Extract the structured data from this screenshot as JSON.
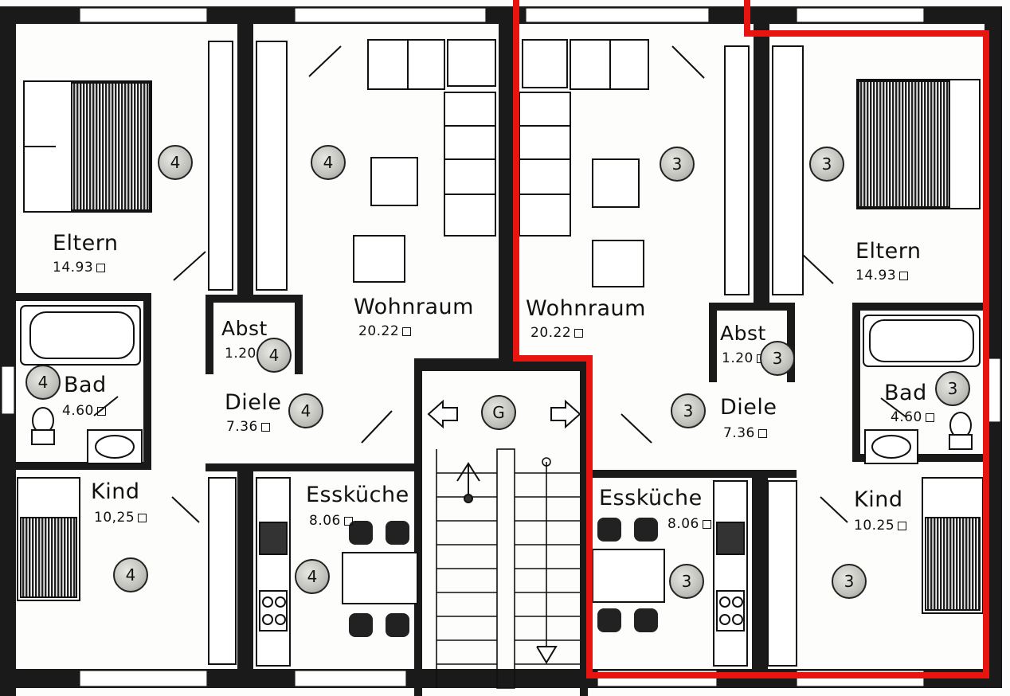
{
  "rooms_left": {
    "eltern": {
      "name": "Eltern",
      "area": "14.93"
    },
    "wohnraum": {
      "name": "Wohnraum",
      "area": "20.22"
    },
    "abst": {
      "name": "Abst",
      "area": "1.20"
    },
    "bad": {
      "name": "Bad",
      "area": "4.60"
    },
    "diele": {
      "name": "Diele",
      "area": "7.36"
    },
    "kind": {
      "name": "Kind",
      "area": "10,25"
    },
    "esskueche": {
      "name": "Essküche",
      "area": "8.06"
    }
  },
  "rooms_right": {
    "eltern": {
      "name": "Eltern",
      "area": "14.93"
    },
    "wohnraum": {
      "name": "Wohnraum",
      "area": "20.22"
    },
    "abst": {
      "name": "Abst",
      "area": "1.20"
    },
    "bad": {
      "name": "Bad",
      "area": "4.60"
    },
    "diele": {
      "name": "Diele",
      "area": "7.36"
    },
    "kind": {
      "name": "Kind",
      "area": "10.25"
    },
    "esskueche": {
      "name": "Essküche",
      "area": "8.06"
    }
  },
  "badges": {
    "left_unit": "4",
    "right_unit": "3",
    "stair": "G"
  },
  "colors": {
    "walls": "#1a1a1a",
    "highlight_outline": "#e8140f",
    "badge_fill": "#bdbdb8"
  },
  "icons": [
    "arrow-left-icon",
    "arrow-right-icon",
    "stair-arrow-icon"
  ]
}
